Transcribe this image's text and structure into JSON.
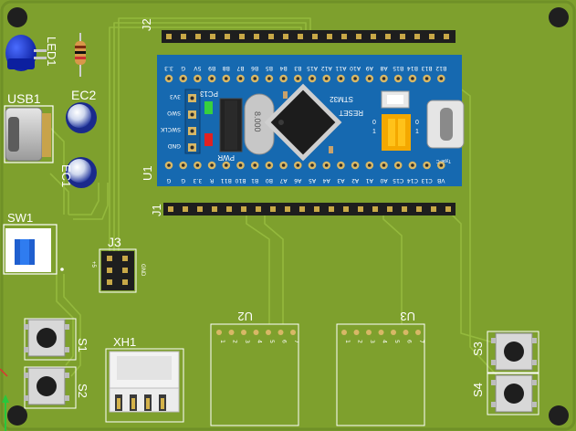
{
  "board": {
    "refs": {
      "led": "LED1",
      "usb": "USB1",
      "cap": "EC2",
      "cap2": "EC1",
      "switch": "SW1",
      "header_top": "J2",
      "header_bottom": "J1",
      "bluepill": "U1",
      "header_small": "J3",
      "connector": "XH1",
      "module1": "U2",
      "module2": "U3",
      "btn1": "S1",
      "btn2": "S2",
      "btn3": "S3",
      "btn4": "S4"
    },
    "mcu": {
      "top_pins": [
        "B12",
        "B13",
        "B14",
        "B15",
        "A8",
        "A9",
        "A10",
        "A11",
        "A12",
        "A15",
        "B3",
        "B4",
        "B5",
        "B6",
        "B7",
        "B8",
        "B9",
        "5V",
        "G",
        "3.3"
      ],
      "bottom_pins": [
        "VB",
        "C13",
        "C14",
        "C15",
        "A0",
        "A1",
        "A2",
        "A3",
        "A4",
        "A5",
        "A6",
        "A7",
        "B0",
        "B1",
        "B10",
        "B11",
        "R",
        "3.3",
        "G",
        "G"
      ],
      "swd_pins": [
        "3V3",
        "SWO",
        "SWCLK",
        "GND"
      ],
      "crystal": "8.000",
      "pc13_label": "PC13",
      "pwr_label": "PWR",
      "title": "STM32",
      "reset_label": "RESET",
      "jumper_labels": [
        "1",
        "0",
        "1",
        "0"
      ],
      "usb_label": "Type-C"
    },
    "j3_labels": {
      "left": "+5",
      "right": "GND"
    },
    "module_pins": [
      "1",
      "2",
      "3",
      "4",
      "5",
      "6",
      "7"
    ],
    "colors": {
      "pcb": "#7ea02d",
      "pcb_edge": "#6f9027",
      "trace": "#8fb33a",
      "mcu_board": "#1669b0",
      "silk": "#ffffff",
      "header": "#1e1e1e",
      "pad": "#d8b866"
    }
  }
}
